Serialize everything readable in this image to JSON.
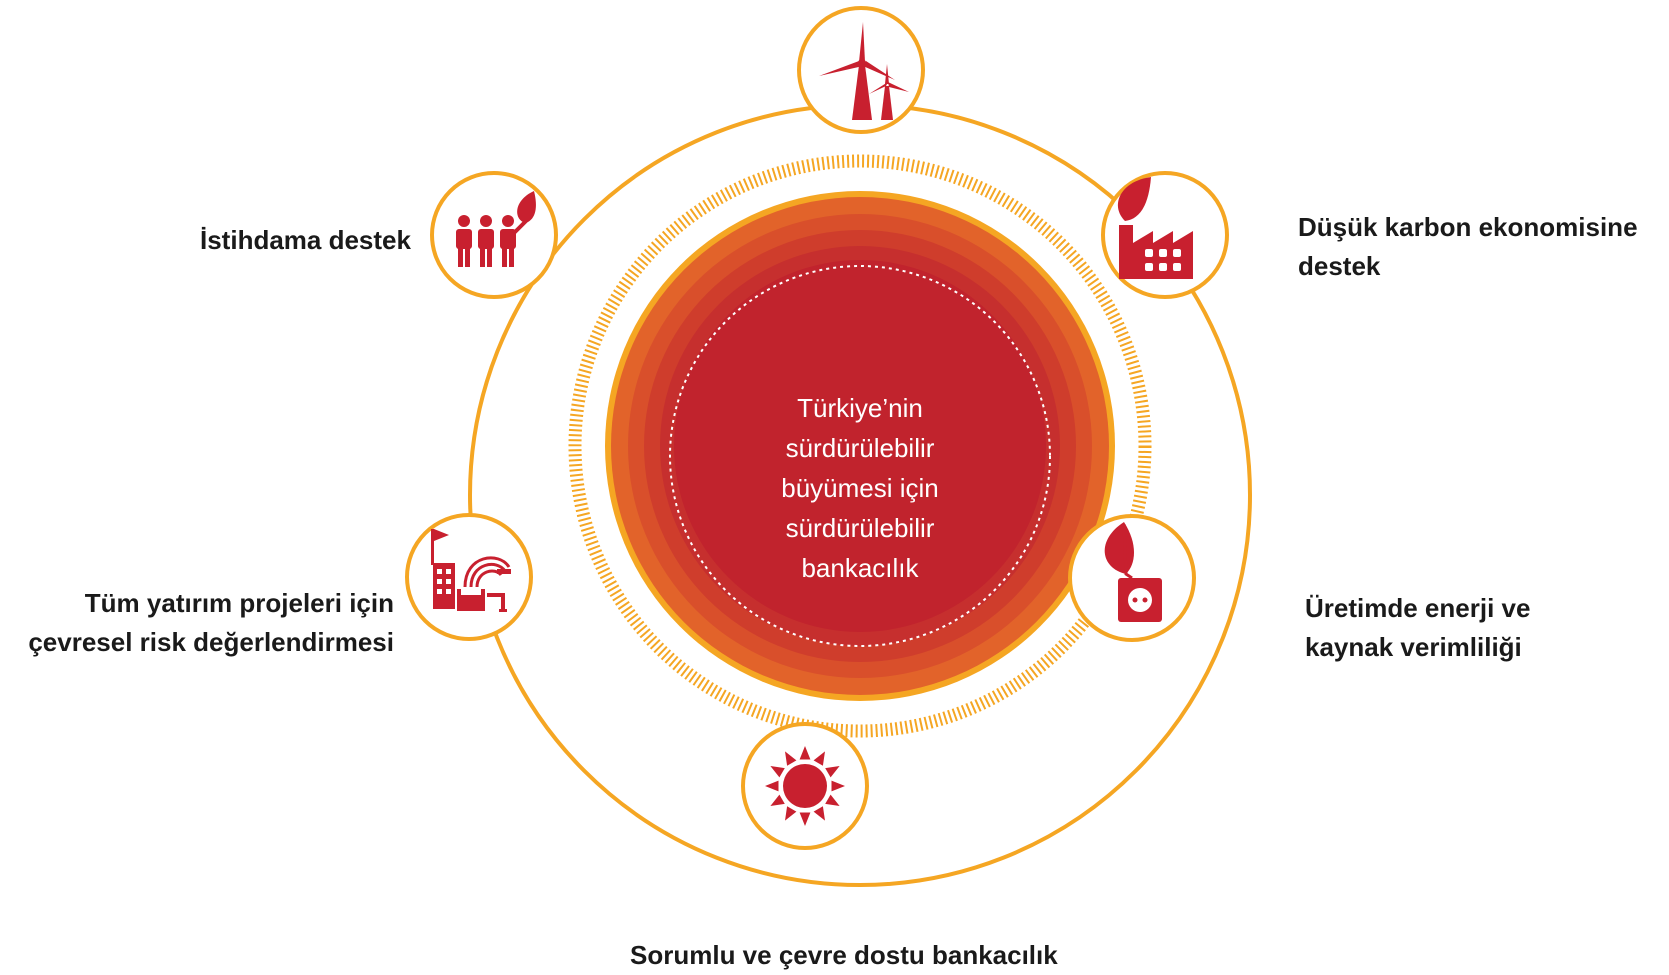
{
  "center": {
    "text": "Türkiye’nin\nsürdürülebilir\nbüyümesi için\nsürdürülebilir\nbankacılık"
  },
  "nodes": [
    {
      "id": "wind",
      "icon": "wind-turbine-icon",
      "label": ""
    },
    {
      "id": "low-carbon",
      "icon": "factory-leaf-icon",
      "label": "Düşük karbon ekonomisine\ndestek"
    },
    {
      "id": "efficiency",
      "icon": "leaf-socket-icon",
      "label": "Üretimde enerji ve\nkaynak verimliliği"
    },
    {
      "id": "responsible",
      "icon": "sun-icon",
      "label": "Sorumlu ve çevre dostu bankacılık"
    },
    {
      "id": "risk",
      "icon": "industrial-plant-icon",
      "label": "Tüm yatırım projeleri için\nçevresel risk değerlendirmesi"
    },
    {
      "id": "employment",
      "icon": "people-leaf-icon",
      "label": "İstihdama destek"
    }
  ],
  "colors": {
    "ring": "#f5a623",
    "icon": "#c8202f",
    "core": "#c1232d",
    "band1": "#e2632a",
    "band2": "#d94f2b",
    "band3": "#cf3d2c",
    "band4": "#c62f2e"
  }
}
